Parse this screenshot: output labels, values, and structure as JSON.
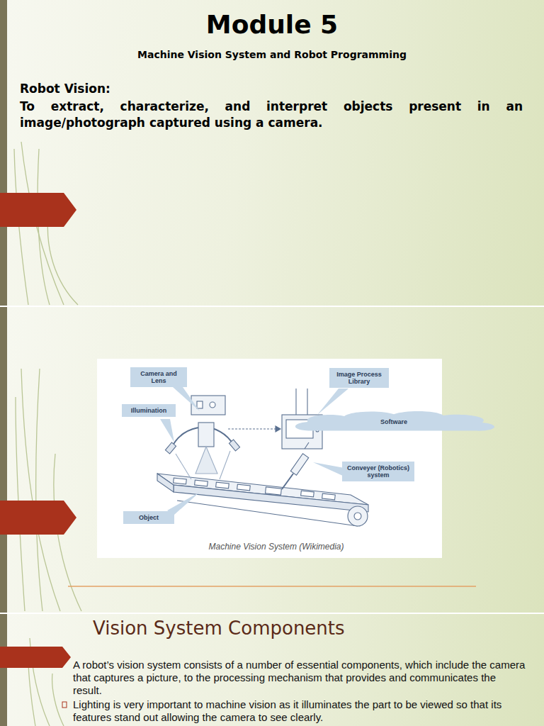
{
  "diagram": {
    "title": "Module 5",
    "caption": "Machine Vision System (Wikimedia)",
    "nodes": [
      {
        "text": [
          "Camera and Lens"
        ]
      },
      {
        "text": [
          "Illumination"
        ]
      },
      {
        "text": [
          "Image Process Library"
        ]
      },
      {
        "text": [
          "Software"
        ]
      },
      {
        "text": [
          "Conveyer (Robotics) system"
        ]
      },
      {
        "text": [
          "Object"
        ]
      }
    ],
    "labels": [
      "Machine Vision System and Robot Programming",
      "Robot Vision:",
      "To extract, characterize, and interpret objects present in an image/photograph captured using a camera.",
      "Vision System Components",
      "A robot’s vision system consists of a number of essential components, which include the camera that captures a picture, to the processing mechanism that provides and communicates the result.",
      "Lighting is very important to machine vision as it illuminates the part to be viewed so that its features stand out allowing the camera to see clearly."
    ]
  }
}
